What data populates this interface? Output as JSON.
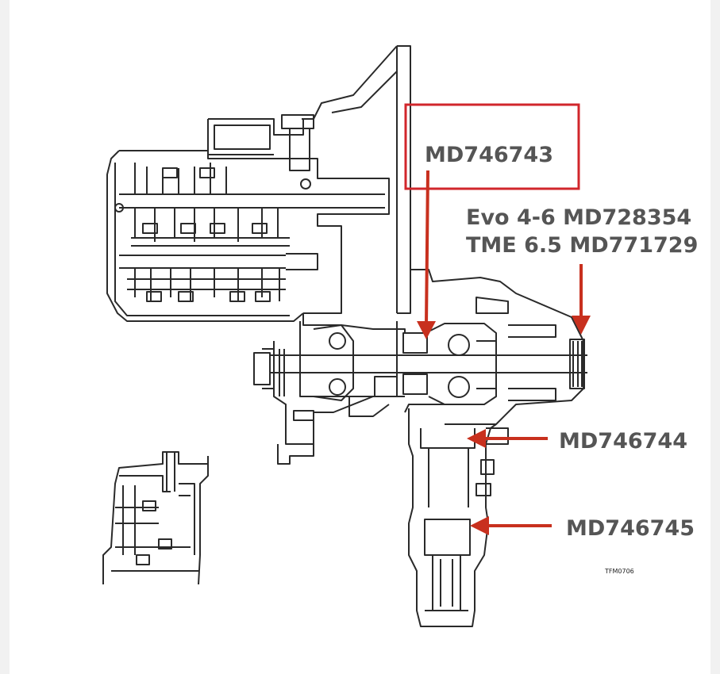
{
  "labels": {
    "boxed_part": "MD746743",
    "evo_line": "Evo 4-6 MD728354",
    "tme_line": "TME 6.5 MD771729",
    "part_mid": "MD746744",
    "part_low": "MD746745",
    "figure_code": "TFM0706"
  },
  "colors": {
    "arrow": "#c8301e",
    "highlight_box": "#d1262b",
    "label_text": "#555555",
    "drawing": "#2a2a2a"
  }
}
